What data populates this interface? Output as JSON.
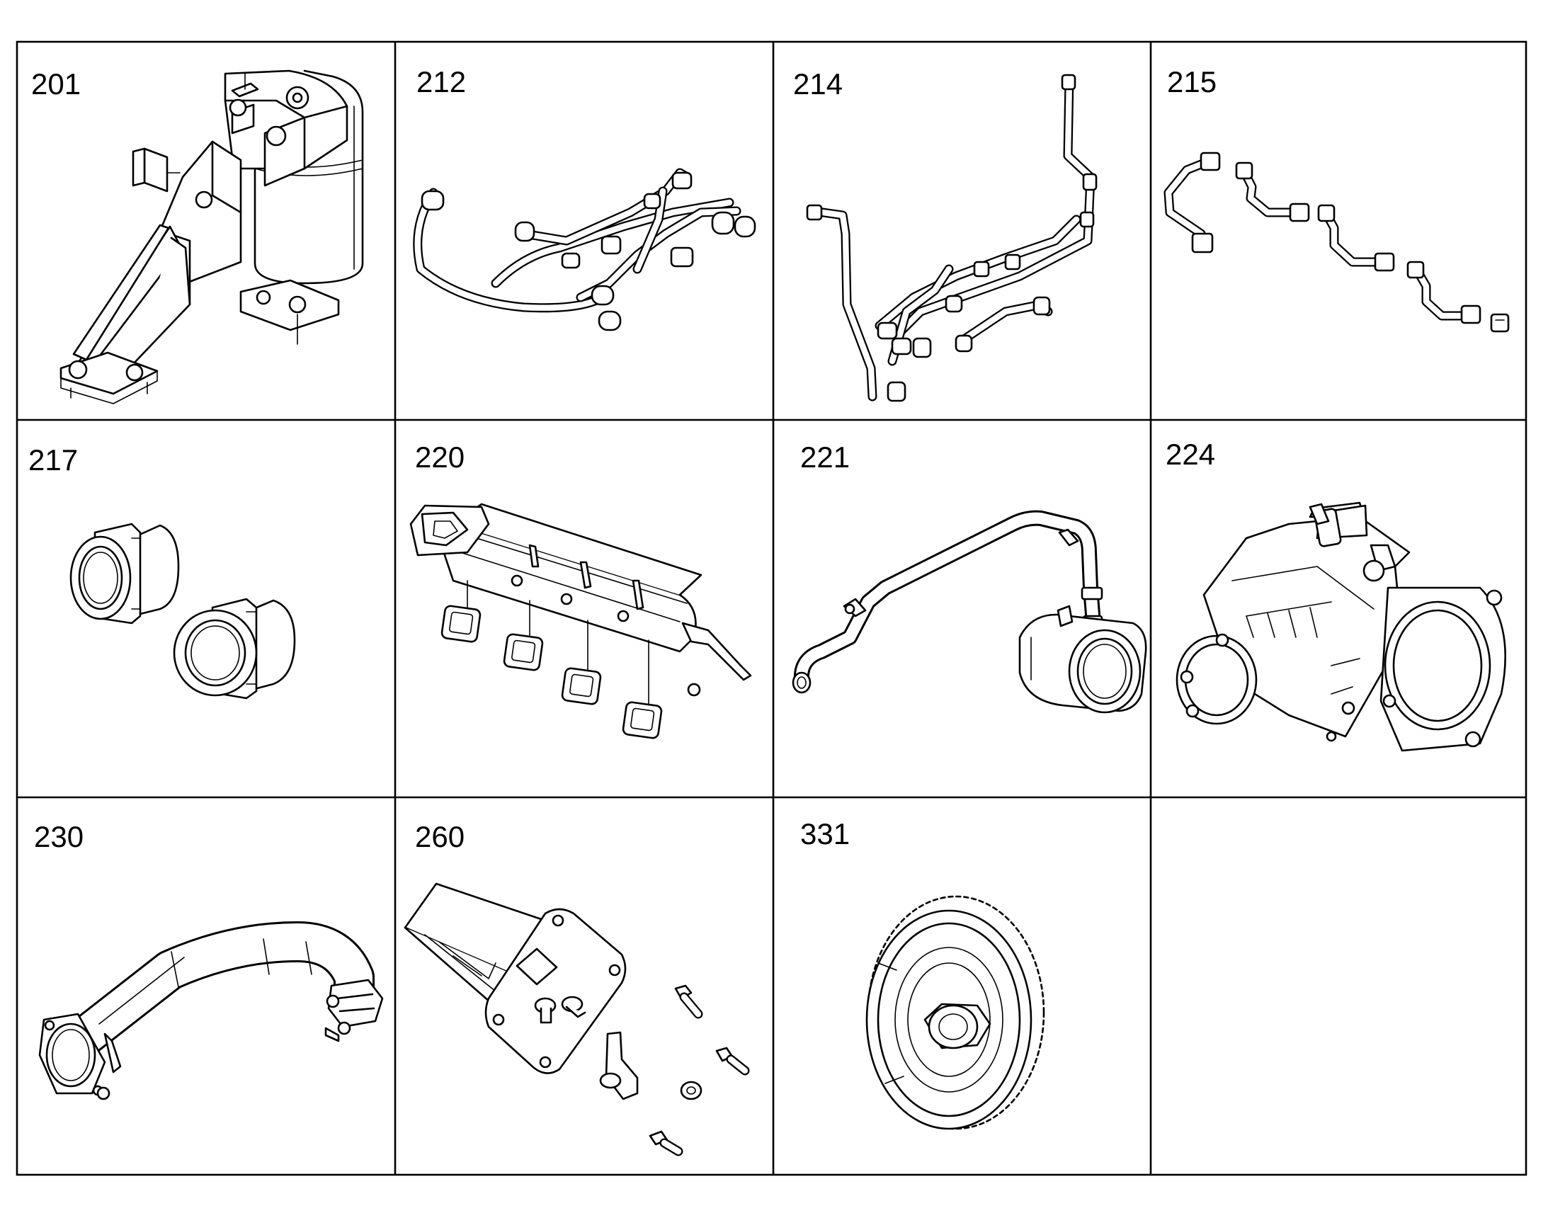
{
  "parts": [
    {
      "number": "201",
      "icon": "fuel-filter-bracket-icon"
    },
    {
      "number": "212",
      "icon": "wiring-harness-icon"
    },
    {
      "number": "214",
      "icon": "wiring-harness-long-icon"
    },
    {
      "number": "215",
      "icon": "fuel-injection-lines-icon"
    },
    {
      "number": "217",
      "icon": "threaded-couplings-icon"
    },
    {
      "number": "220",
      "icon": "intake-manifold-icon"
    },
    {
      "number": "221",
      "icon": "coolant-pipe-icon"
    },
    {
      "number": "224",
      "icon": "throttle-valve-icon"
    },
    {
      "number": "230",
      "icon": "charge-air-hose-icon"
    },
    {
      "number": "260",
      "icon": "mounting-bracket-kit-icon"
    },
    {
      "number": "331",
      "icon": "gear-wheel-icon"
    },
    {
      "number": "",
      "icon": ""
    }
  ],
  "colors": {
    "line": "#000000",
    "background": "#ffffff"
  }
}
